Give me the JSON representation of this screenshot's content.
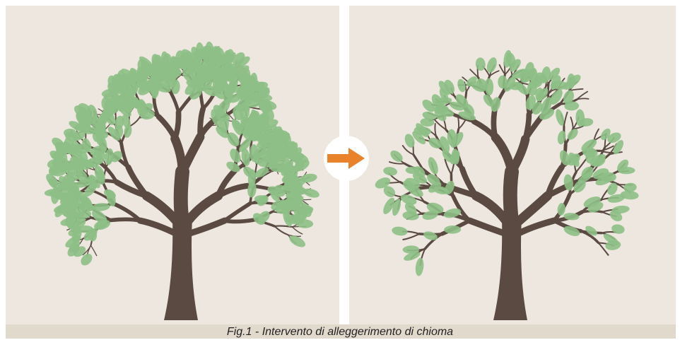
{
  "figure": {
    "caption": "Fig.1 - Intervento di alleggerimento di chioma"
  },
  "colors": {
    "background": "#ede7df",
    "trunk": "#5a4a42",
    "leaf": "#8dbf86",
    "arrow": "#e8832b",
    "caption_bar": "#e2d9cd"
  },
  "panels": [
    {
      "state": "before",
      "icon": "dense-tree-icon"
    },
    {
      "state": "after",
      "icon": "thinned-tree-icon"
    }
  ],
  "arrow_icon": "right-arrow-icon"
}
